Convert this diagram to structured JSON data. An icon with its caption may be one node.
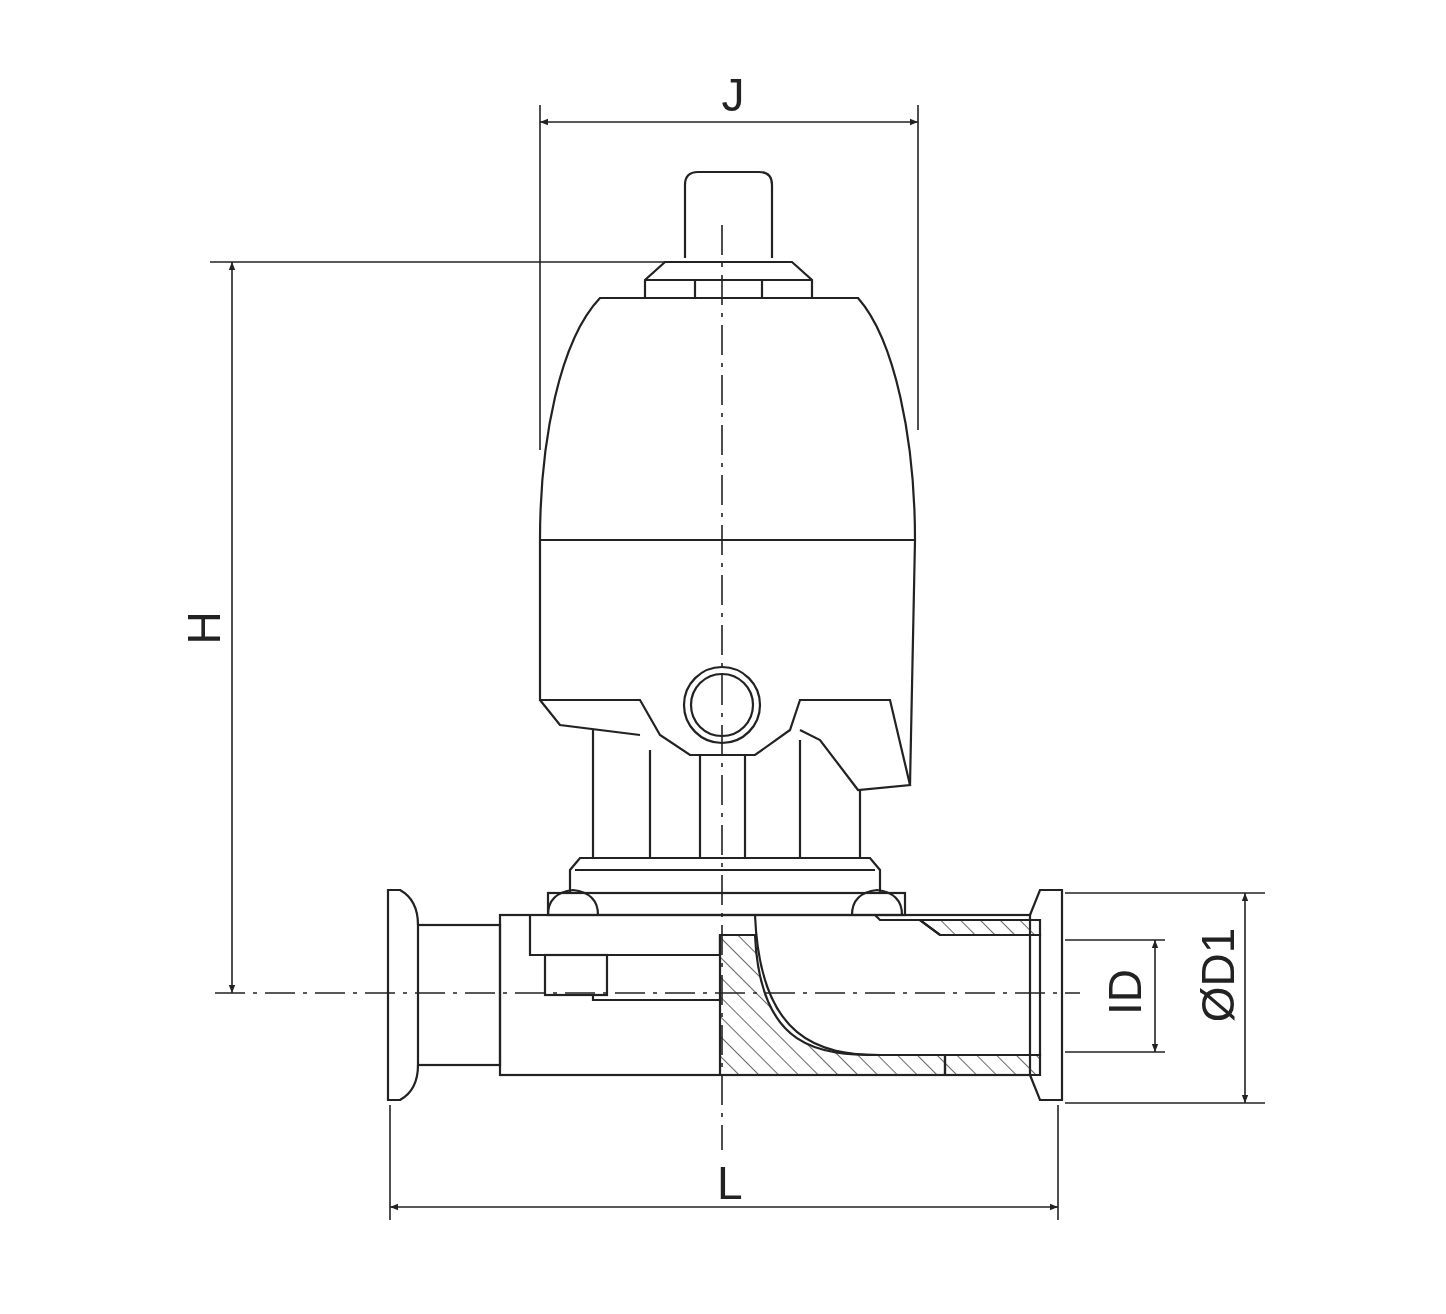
{
  "diagram": {
    "labels": [
      "J",
      "H",
      "ID",
      "ØD1",
      "L"
    ]
  }
}
